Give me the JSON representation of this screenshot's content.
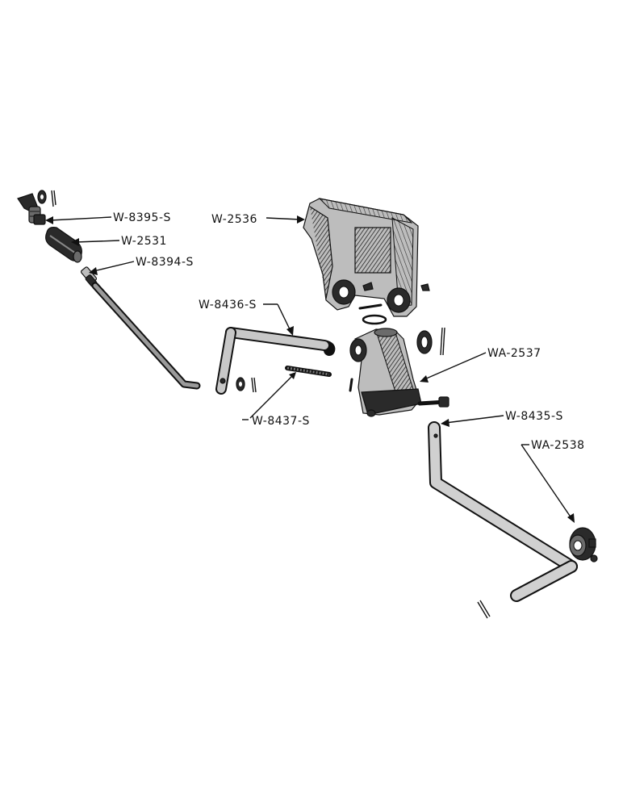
{
  "labels": {
    "w8395s": "W-8395-S",
    "w2531": "W-2531",
    "w8394s": "W-8394-S",
    "w2536": "W-2536",
    "w8436s": "W-8436-S",
    "w8437s": "W-8437-S",
    "wa2537": "WA-2537",
    "w8435s": "W-8435-S",
    "wa2538": "WA-2538"
  }
}
